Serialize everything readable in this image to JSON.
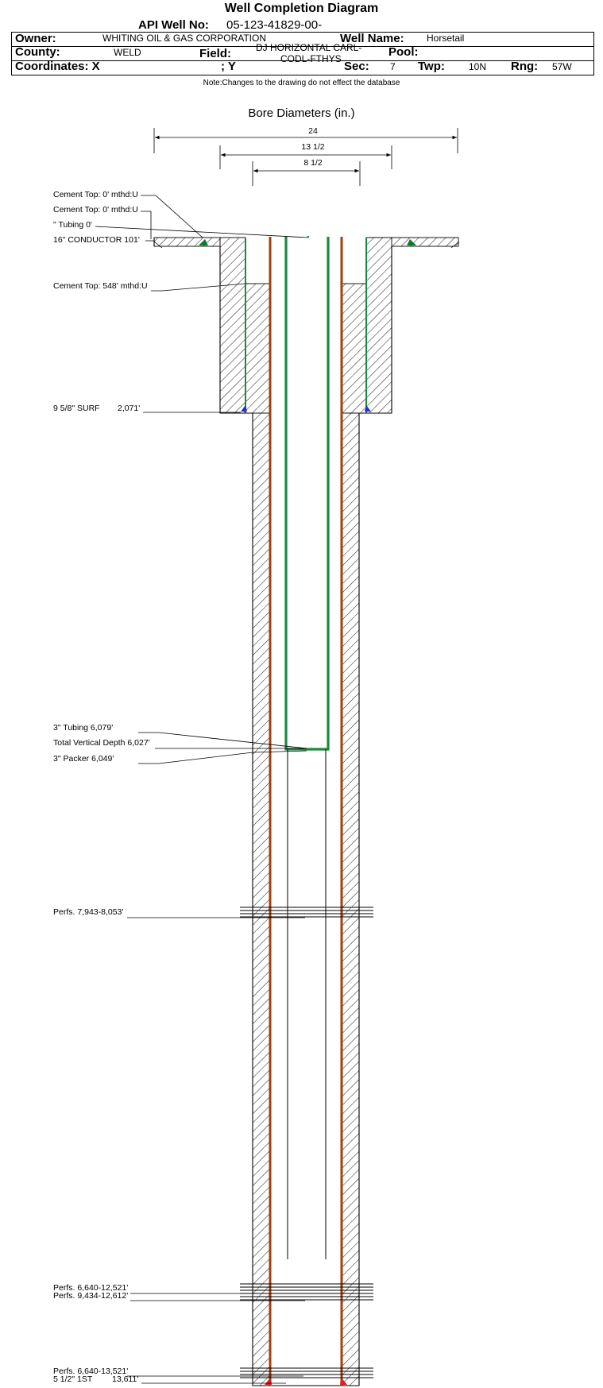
{
  "title": "Well Completion Diagram",
  "header": {
    "api_label": "API Well No:",
    "api_value": "05-123-41829-00-",
    "owner_label": "Owner:",
    "owner_value": "WHITING OIL & GAS CORPORATION",
    "well_name_label": "Well Name:",
    "well_name_value": "Horsetail",
    "county_label": "County:",
    "county_value": "WELD",
    "field_label": "Field:",
    "field_value_line1": "DJ HORIZONTAL CARL-",
    "field_value_line2": "CODL-FTHYS",
    "pool_label": "Pool:",
    "pool_value": "",
    "coords_label": "Coordinates: X",
    "coords_y_label": "; Y",
    "sec_label": "Sec:",
    "sec_value": "7",
    "twp_label": "Twp:",
    "twp_value": "10N",
    "rng_label": "Rng:",
    "rng_value": "57W"
  },
  "note": "Note:Changes to the drawing do not effect the database",
  "bore": {
    "title": "Bore Diameters (in.)",
    "diameters": [
      "24",
      "13 1/2",
      "8 1/2"
    ]
  },
  "callouts": {
    "cement_top_1": "Cement Top: 0' mthd:U",
    "cement_top_2": "Cement Top: 0' mthd:U",
    "tubing_top": "\" Tubing 0'",
    "conductor": "16\" CONDUCTOR  101'",
    "cement_top_3": "Cement Top: 548' mthd:U",
    "surface_casing_name": "9 5/8\" SURF",
    "surface_casing_depth": "2,071'",
    "tubing_bottom": "3\" Tubing 6,079'",
    "tvd": "Total Vertical Depth 6,027'",
    "packer": "3\" Packer 6,049'",
    "perfs_1": "Perfs. 7,943-8,053'",
    "perfs_2": "Perfs. 6,640-12,521'",
    "perfs_3": "Perfs. 9,434-12,612'",
    "perfs_4": "Perfs. 6,640-13,521'",
    "production_casing_name": "5 1/2\" 1ST",
    "production_casing_depth": "13,611'"
  },
  "colors": {
    "tubing": "#1a8a3e",
    "casing": "#a0420f",
    "shoe_green": "#0b7a2a",
    "shoe_blue": "#1f2fd0",
    "shoe_red": "#e0201a"
  }
}
